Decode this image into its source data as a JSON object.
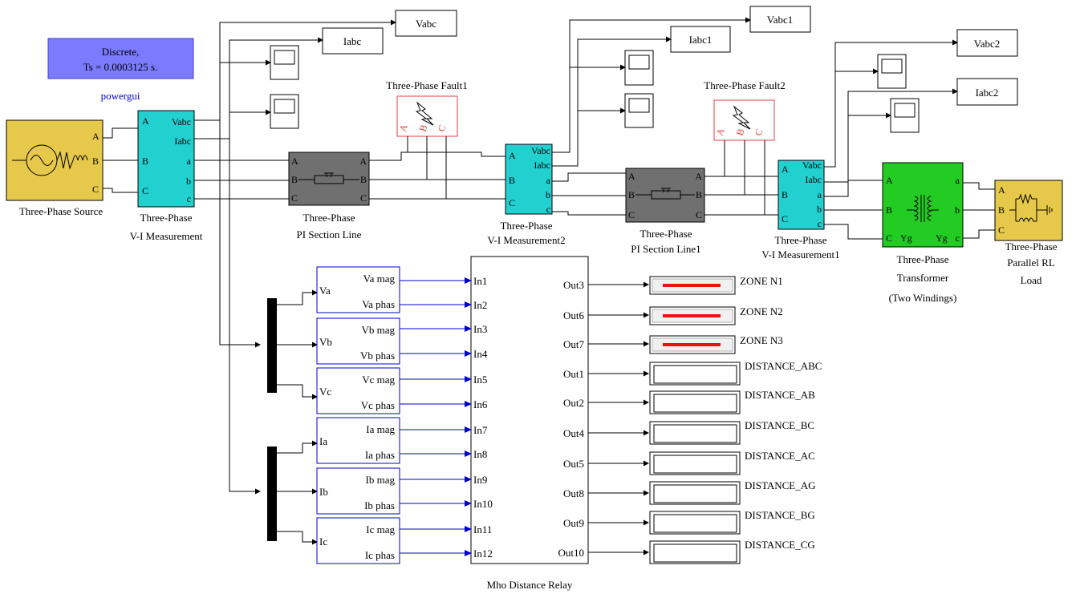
{
  "powergui": {
    "line1": "Discrete,",
    "line2": "Ts = 0.0003125 s.",
    "label": "powergui",
    "bg_color": "#7b7bff",
    "text_color": "#0000cc"
  },
  "source": {
    "label": "Three-Phase Source",
    "ports": [
      "A",
      "B",
      "C"
    ],
    "color": "#e6c84a"
  },
  "vi_meas": {
    "label1": "Three-Phase",
    "label2": "V-I Measurement",
    "in_ports": [
      "A",
      "B",
      "C"
    ],
    "out_ports": [
      "Vabc",
      "Iabc",
      "a",
      "b",
      "c"
    ],
    "color": "#22d0d0"
  },
  "vi_meas2": {
    "label1": "Three-Phase",
    "label2": "V-I Measurement2"
  },
  "vi_meas1": {
    "label1": "Three-Phase",
    "label2": "V-I Measurement1"
  },
  "pi_line": {
    "label1": "Three-Phase",
    "label2": "PI Section Line",
    "ports": [
      "A",
      "B",
      "C"
    ],
    "color": "#707070"
  },
  "pi_line1": {
    "label1": "Three-Phase",
    "label2": "PI Section Line1"
  },
  "fault1": {
    "label": "Three-Phase Fault1",
    "ports": [
      "A",
      "B",
      "C"
    ]
  },
  "fault2": {
    "label": "Three-Phase Fault2"
  },
  "transformer": {
    "label1": "Three-Phase",
    "label2": "Transformer",
    "label3": "(Two Windings)",
    "in_ports": [
      "A",
      "B",
      "C"
    ],
    "out_ports": [
      "a",
      "b",
      "c"
    ],
    "winding": "Yg",
    "color": "#22cc22"
  },
  "load": {
    "label1": "Three-Phase",
    "label2": "Parallel RL",
    "label3": "Load",
    "ports": [
      "A",
      "B",
      "C"
    ]
  },
  "gotos": [
    "Vabc",
    "Iabc",
    "Vabc1",
    "Iabc1",
    "Vabc2",
    "Iabc2"
  ],
  "seq_blocks": [
    {
      "name": "Va",
      "out1": "Va mag",
      "out2": "Va phas"
    },
    {
      "name": "Vb",
      "out1": "Vb mag",
      "out2": "Vb phas"
    },
    {
      "name": "Vc",
      "out1": "Vc mag",
      "out2": "Vc phas"
    },
    {
      "name": "Ia",
      "out1": "Ia mag",
      "out2": "Ia phas"
    },
    {
      "name": "Ib",
      "out1": "Ib mag",
      "out2": "Ib phas"
    },
    {
      "name": "Ic",
      "out1": "Ic mag",
      "out2": "Ic phas"
    }
  ],
  "relay": {
    "label": "Mho Distance Relay",
    "inputs": [
      "In1",
      "In2",
      "In3",
      "In4",
      "In5",
      "In6",
      "In7",
      "In8",
      "In9",
      "In10",
      "In11",
      "In12"
    ],
    "outputs": [
      "Out3",
      "Out6",
      "Out7",
      "Out1",
      "Out2",
      "Out4",
      "Out5",
      "Out8",
      "Out9",
      "Out10"
    ]
  },
  "zones": [
    "ZONE N1",
    "ZONE N2",
    "ZONE N3"
  ],
  "distances": [
    "DISTANCE_ABC",
    "DISTANCE_AB",
    "DISTANCE_BC",
    "DISTANCE_AC",
    "DISTANCE_AG",
    "DISTANCE_BG",
    "DISTANCE_CG"
  ]
}
